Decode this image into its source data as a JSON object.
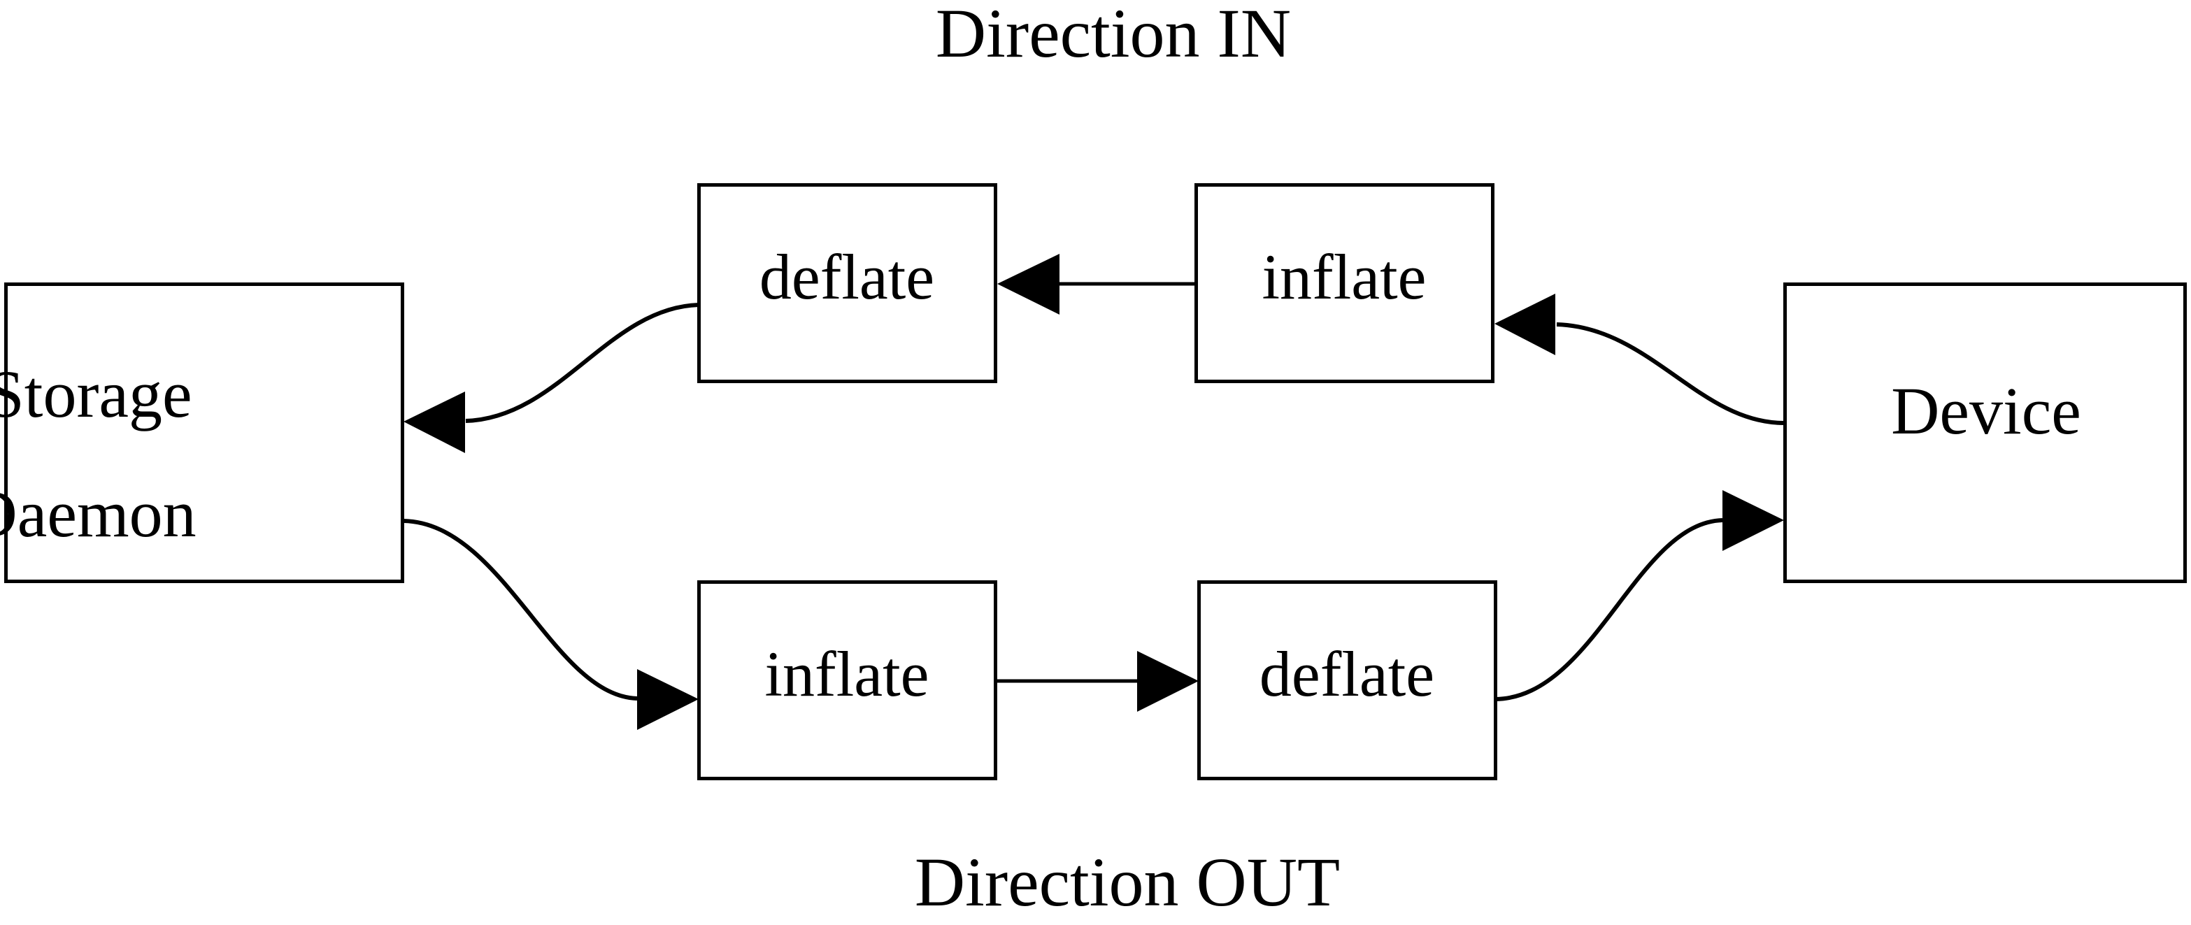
{
  "diagram": {
    "title_top": "Direction IN",
    "title_bottom": "Direction OUT",
    "stroke_color": "#000000",
    "background_color": "#ffffff",
    "nodes": [
      {
        "id": "storage-daemon",
        "label_line1": "Storage",
        "label_line2": "Daemon"
      },
      {
        "id": "deflate-in",
        "label": "deflate"
      },
      {
        "id": "inflate-in",
        "label": "inflate"
      },
      {
        "id": "inflate-out",
        "label": "inflate"
      },
      {
        "id": "deflate-out",
        "label": "deflate"
      },
      {
        "id": "device",
        "label": "Device"
      }
    ],
    "edges": [
      {
        "id": "device-to-inflate-in",
        "from": "device",
        "to": "inflate-in",
        "style": "curved"
      },
      {
        "id": "inflate-in-to-deflate-in",
        "from": "inflate-in",
        "to": "deflate-in",
        "style": "straight"
      },
      {
        "id": "deflate-in-to-storage",
        "from": "deflate-in",
        "to": "storage-daemon",
        "style": "curved"
      },
      {
        "id": "storage-to-inflate-out",
        "from": "storage-daemon",
        "to": "inflate-out",
        "style": "curved"
      },
      {
        "id": "inflate-out-to-deflate-out",
        "from": "inflate-out",
        "to": "deflate-out",
        "style": "straight"
      },
      {
        "id": "deflate-out-to-device",
        "from": "deflate-out",
        "to": "device",
        "style": "curved"
      }
    ]
  }
}
